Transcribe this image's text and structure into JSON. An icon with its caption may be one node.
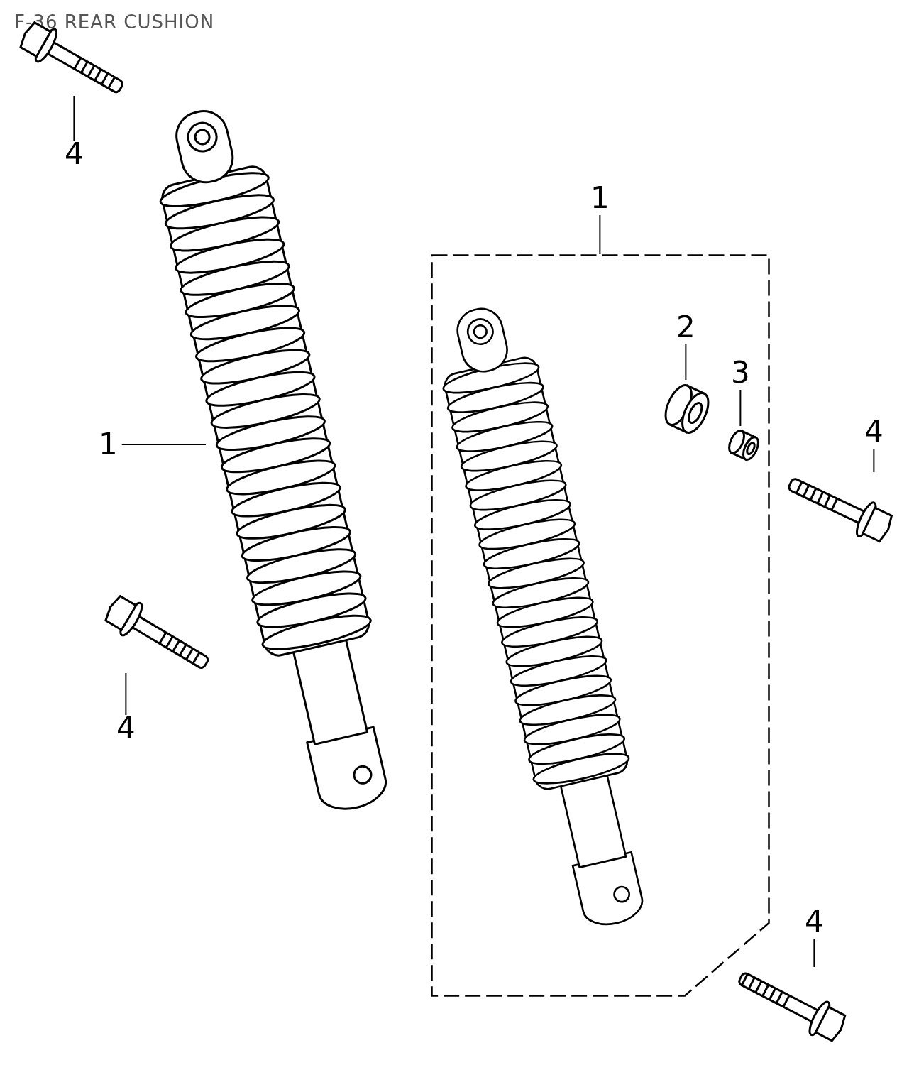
{
  "diagram": {
    "title": "F-36 REAR CUSHION",
    "nodes": [
      {
        "text": [
          "4"
        ]
      },
      {
        "text": [],
        "shape": "picture"
      },
      {
        "text": [],
        "shape": "picture"
      },
      {
        "text": [
          "1"
        ]
      },
      {
        "text": [
          "1"
        ]
      },
      {
        "text": [],
        "shape": "box"
      },
      {
        "text": [],
        "shape": "picture",
        "in": 5
      },
      {
        "text": [
          "2"
        ],
        "in": 5
      },
      {
        "text": [],
        "shape": "picture",
        "in": 5
      },
      {
        "text": [
          "3"
        ],
        "in": 5
      },
      {
        "text": [],
        "shape": "picture",
        "in": 5
      },
      {
        "text": [
          "4"
        ]
      },
      {
        "text": [],
        "shape": "picture"
      },
      {
        "text": [],
        "shape": "picture"
      },
      {
        "text": [
          "4"
        ]
      },
      {
        "text": [
          "4"
        ]
      },
      {
        "text": [],
        "shape": "picture"
      }
    ],
    "edges": [
      {
        "from": 0,
        "to": 1,
        "arrow": "none"
      },
      {
        "from": 3,
        "to": 2,
        "arrow": "none"
      },
      {
        "from": 4,
        "to": 5,
        "arrow": "none"
      },
      {
        "from": 7,
        "to": 8,
        "arrow": "none"
      },
      {
        "from": 9,
        "to": 10,
        "arrow": "none"
      },
      {
        "from": 11,
        "to": 12,
        "arrow": "none"
      },
      {
        "from": 14,
        "to": 13,
        "arrow": "none"
      },
      {
        "from": 15,
        "to": 16,
        "arrow": "none"
      }
    ]
  }
}
